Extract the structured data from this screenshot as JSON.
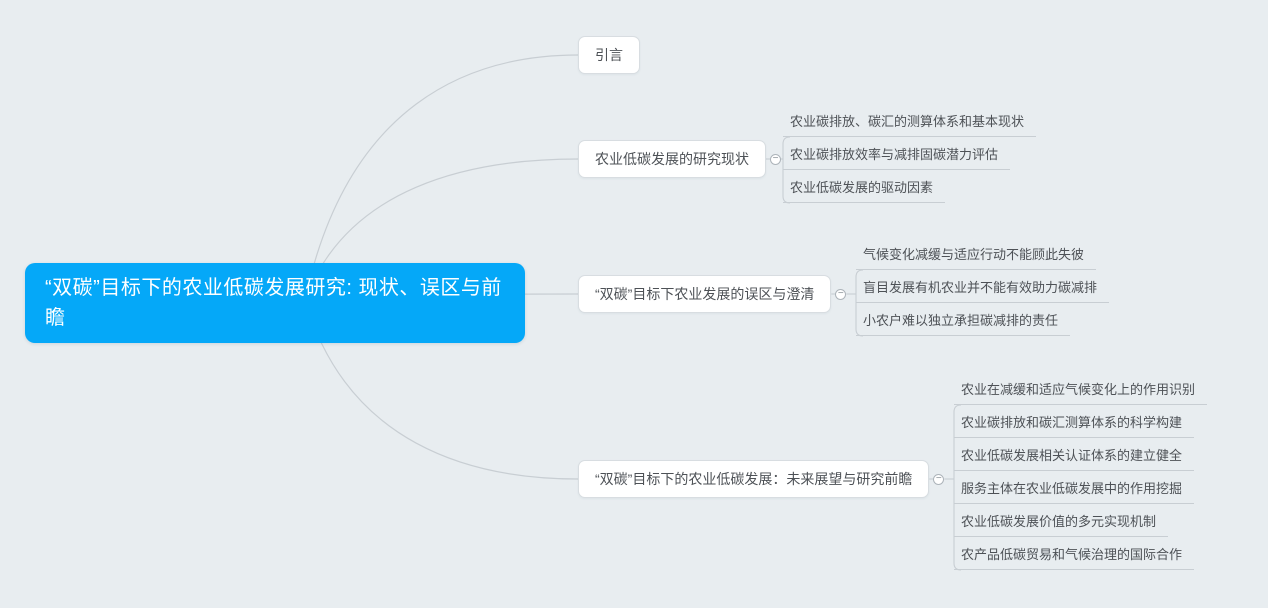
{
  "colors": {
    "background": "#E8EDF0",
    "root_fill": "#05A8F8",
    "root_text": "#FFFFFF",
    "node_fill": "#FFFFFF",
    "node_border": "#D8DDE1",
    "node_text": "#4D5156",
    "connector": "#C8CED3"
  },
  "root": {
    "label": "“双碳”目标下的农业低碳发展研究: 现状、误区与前瞻"
  },
  "branches": [
    {
      "label": "引言",
      "children": []
    },
    {
      "label": "农业低碳发展的研究现状",
      "children": [
        "农业碳排放、碳汇的测算体系和基本现状",
        "农业碳排放效率与减排固碳潜力评估",
        "农业低碳发展的驱动因素"
      ]
    },
    {
      "label": "“双碳”目标下农业发展的误区与澄清",
      "children": [
        "气候变化减缓与适应行动不能顾此失彼",
        "盲目发展有机农业并不能有效助力碳减排",
        "小农户难以独立承担碳减排的责任"
      ]
    },
    {
      "label": "“双碳”目标下的农业低碳发展：未来展望与研究前瞻",
      "children": [
        "农业在减缓和适应气候变化上的作用识别",
        "农业碳排放和碳汇测算体系的科学构建",
        "农业低碳发展相关认证体系的建立健全",
        "服务主体在农业低碳发展中的作用挖掘",
        "农业低碳发展价值的多元实现机制",
        "农产品低碳贸易和气候治理的国际合作"
      ]
    }
  ],
  "collapse_button_glyph": "−"
}
